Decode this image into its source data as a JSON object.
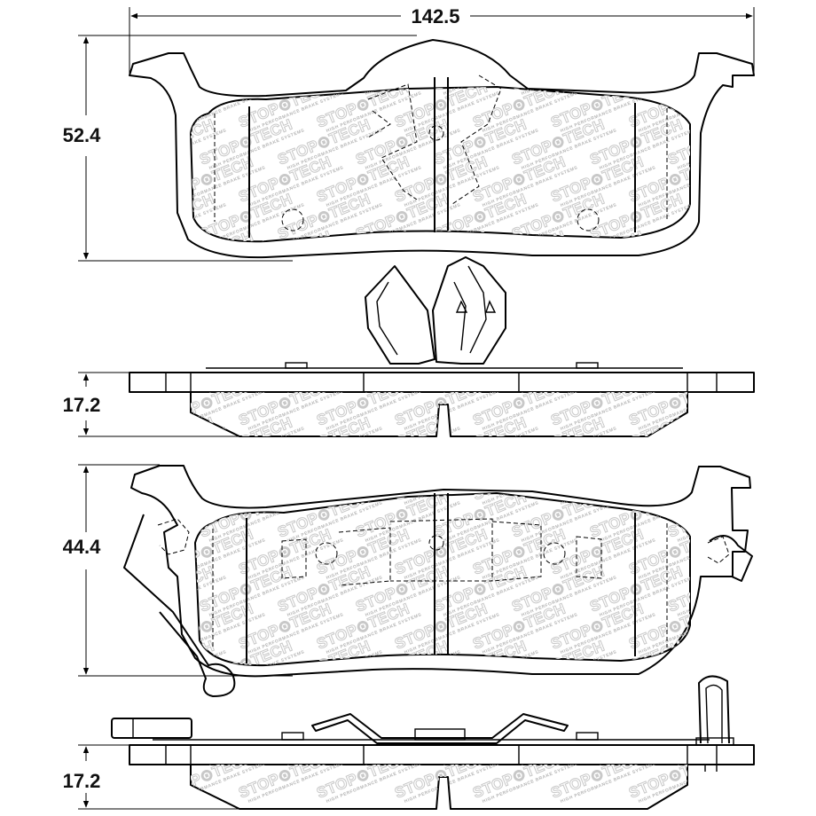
{
  "dimensions": {
    "top_width": "142.5",
    "top_pad_height": "52.4",
    "top_pad_thickness": "17.2",
    "bottom_pad_height": "44.4",
    "bottom_pad_thickness": "17.2"
  },
  "watermark": {
    "brand_left": "STOP",
    "brand_right": "TECH",
    "tagline": "HIGH PERFORMANCE BRAKE SYSTEMS"
  },
  "colors": {
    "line": "#000000",
    "watermark_outline": "#c8c8c8",
    "background": "#ffffff"
  }
}
